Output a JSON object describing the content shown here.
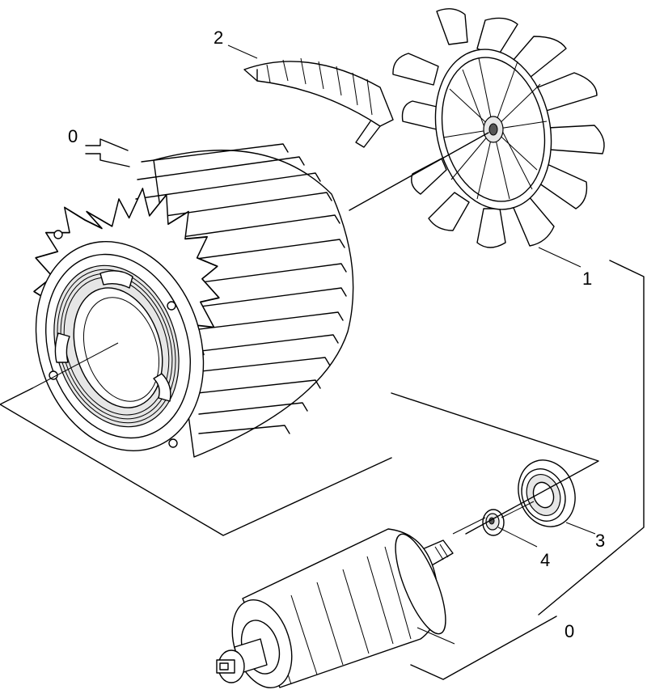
{
  "callouts": {
    "stator": "0",
    "rotor": "0",
    "fan": "1",
    "clip": "2",
    "bearing": "3",
    "washer": "4"
  }
}
